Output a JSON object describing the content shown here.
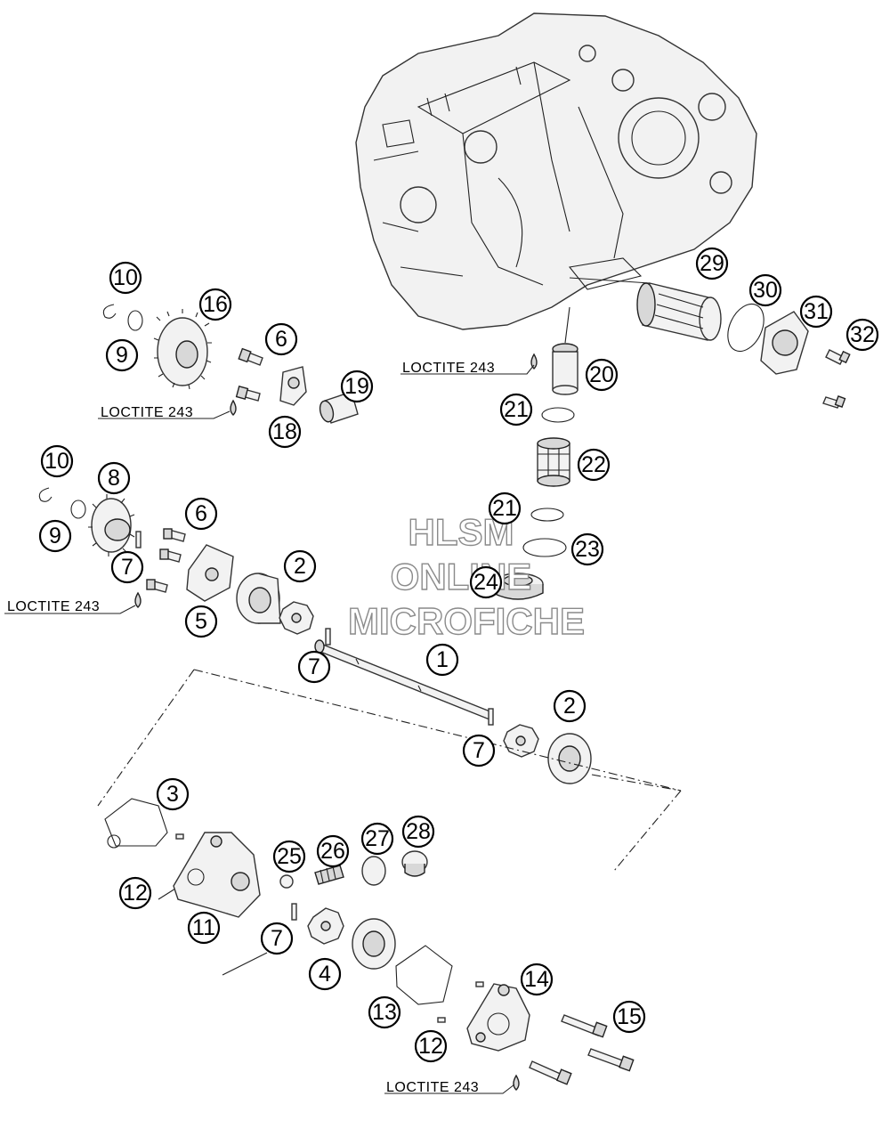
{
  "watermark": {
    "line1": "HLSM",
    "line2": "ONLINE",
    "line3": "MICROFICHE"
  },
  "loctite_labels": [
    "LOCTITE 243",
    "LOCTITE 243",
    "LOCTITE 243",
    "LOCTITE 243"
  ],
  "callouts": [
    "10",
    "16",
    "9",
    "6",
    "19",
    "18",
    "10",
    "8",
    "6",
    "9",
    "7",
    "5",
    "2",
    "7",
    "1",
    "2",
    "7",
    "3",
    "12",
    "11",
    "25",
    "26",
    "27",
    "28",
    "7",
    "4",
    "13",
    "14",
    "15",
    "12",
    "29",
    "30",
    "31",
    "32",
    "20",
    "21",
    "22",
    "21",
    "23",
    "24"
  ]
}
